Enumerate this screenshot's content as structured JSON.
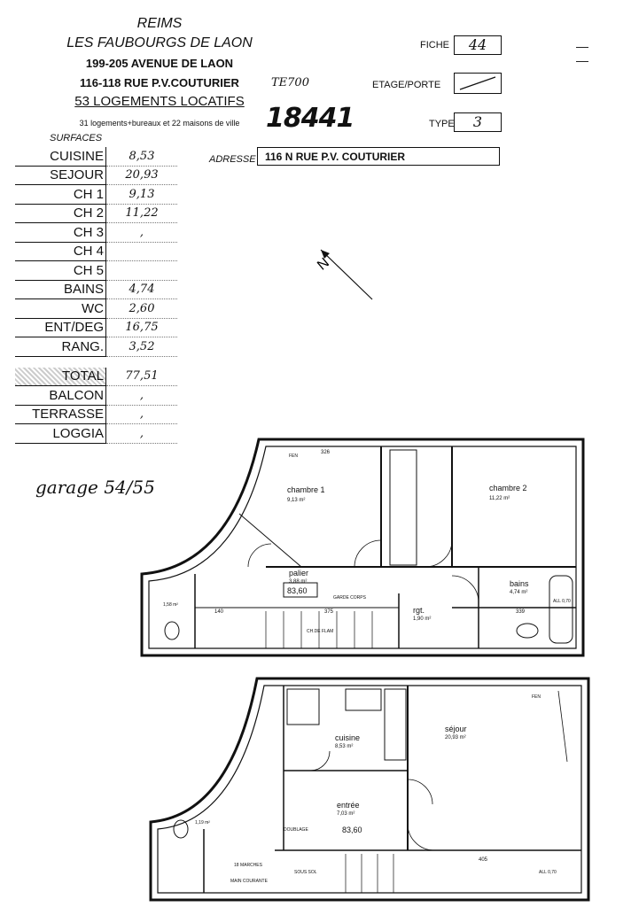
{
  "header": {
    "city": "REIMS",
    "quarter": "LES FAUBOURGS DE LAON",
    "address_line1": "199-205 AVENUE DE LAON",
    "address_line2": "116-118 RUE P.V.COUTURIER",
    "units": "53 LOGEMENTS LOCATIFS",
    "mix": "31 logements+bureaux et 22 maisons de ville",
    "surfaces_title": "SURFACES"
  },
  "fields": {
    "fiche_label": "FICHE",
    "fiche_value": "44",
    "etage_label": "ETAGE/PORTE",
    "type_label": "TYPE",
    "type_value": "3",
    "adresse_label": "ADRESSE",
    "adresse_value": "116   N   RUE P.V. COUTURIER",
    "ref_small": "TE700",
    "ref_big": "18441",
    "dashes": "— —"
  },
  "surfaces": [
    {
      "label": "CUISINE",
      "value": "8,53"
    },
    {
      "label": "SEJOUR",
      "value": "20,93"
    },
    {
      "label": "CH 1",
      "value": "9,13"
    },
    {
      "label": "CH 2",
      "value": "11,22"
    },
    {
      "label": "CH 3",
      "value": ","
    },
    {
      "label": "CH 4",
      "value": ""
    },
    {
      "label": "CH 5",
      "value": ""
    },
    {
      "label": "BAINS",
      "value": "4,74"
    },
    {
      "label": "WC",
      "value": "2,60"
    },
    {
      "label": "ENT/DEG",
      "value": "16,75"
    },
    {
      "label": "RANG.",
      "value": "3,52"
    }
  ],
  "totals": [
    {
      "label": "TOTAL",
      "value": "77,51"
    },
    {
      "label": "BALCON",
      "value": ","
    },
    {
      "label": "TERRASSE",
      "value": ","
    },
    {
      "label": "LOGGIA",
      "value": ","
    }
  ],
  "garage": "garage 54/55",
  "north_label": "N",
  "plan_upper": {
    "rooms": [
      {
        "name": "chambre 1",
        "area": "9,13 m²"
      },
      {
        "name": "chambre 2",
        "area": "11,22 m²"
      },
      {
        "name": "palier",
        "area": "3,88 m²"
      },
      {
        "name": "bains",
        "area": "4,74 m²"
      },
      {
        "name": "rgt.",
        "area": "1,90 m²"
      }
    ],
    "level": "83,60",
    "notes": [
      "GARDE CORPS",
      "CH.DE FLAM",
      "ALL 0,70",
      "140",
      "375",
      "326",
      "339",
      "1,58 m²",
      "FEN"
    ]
  },
  "plan_lower": {
    "rooms": [
      {
        "name": "séjour",
        "area": "20,93 m²"
      },
      {
        "name": "cuisine",
        "area": "8,53 m²"
      },
      {
        "name": "entrée",
        "area": "7,03 m²"
      }
    ],
    "level": "83,60",
    "notes": [
      "DOUBLAGE",
      "MAIN COURANTE",
      "18 MARCHES",
      "SOUS SOL",
      "1,19 m²",
      "405",
      "FEN",
      "ALL 0,70"
    ]
  },
  "colors": {
    "ink": "#111111",
    "paper": "#ffffff"
  }
}
